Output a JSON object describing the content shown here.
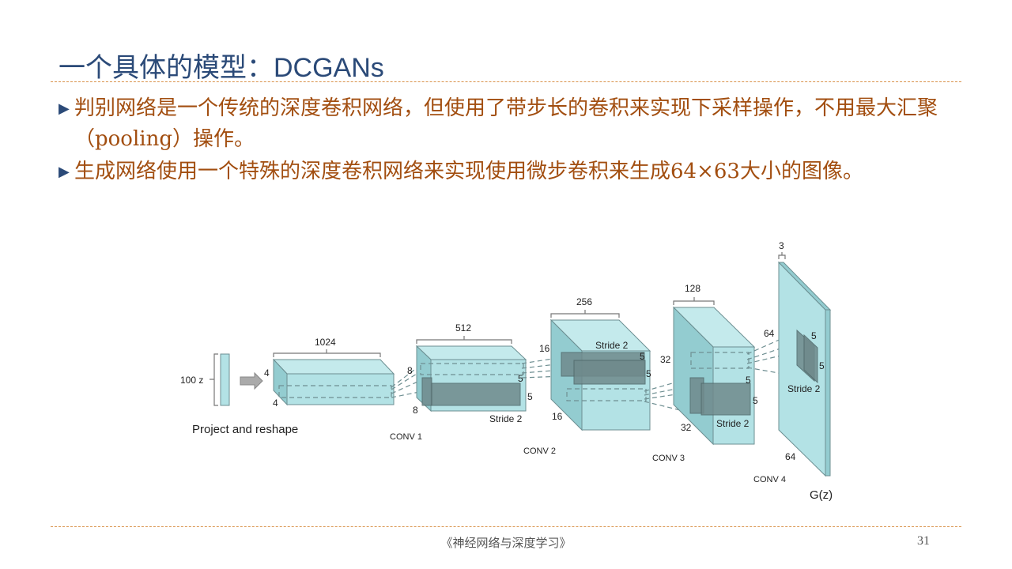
{
  "title": "一个具体的模型：DCGANs",
  "bullets": [
    "判别网络是一个传统的深度卷积网络，但使用了带步长的卷积来实现下采样操作，不用最大汇聚（pooling）操作。",
    "生成网络使用一个特殊的深度卷积网络来实现使用微步卷积来生成64×63大小的图像。"
  ],
  "diagram": {
    "z_label": "100 z",
    "project_label": "Project and reshape",
    "layers": [
      {
        "name": "",
        "channels": "1024",
        "h": "4",
        "w": "4"
      },
      {
        "name": "CONV 1",
        "channels": "512",
        "h": "8",
        "w": "8"
      },
      {
        "name": "CONV 2",
        "channels": "256",
        "h": "16",
        "w": "16"
      },
      {
        "name": "CONV 3",
        "channels": "128",
        "h": "32",
        "w": "32"
      },
      {
        "name": "CONV 4",
        "channels": "3",
        "h": "64",
        "w": "64"
      }
    ],
    "kernel": "5",
    "stride": "Stride 2",
    "output": "G(z)"
  },
  "footer": "《神经网络与深度学习》",
  "page": "31",
  "colors": {
    "title": "#2b4a78",
    "text": "#a24e10",
    "rule": "#d9924a",
    "box": "#a9dde0"
  }
}
